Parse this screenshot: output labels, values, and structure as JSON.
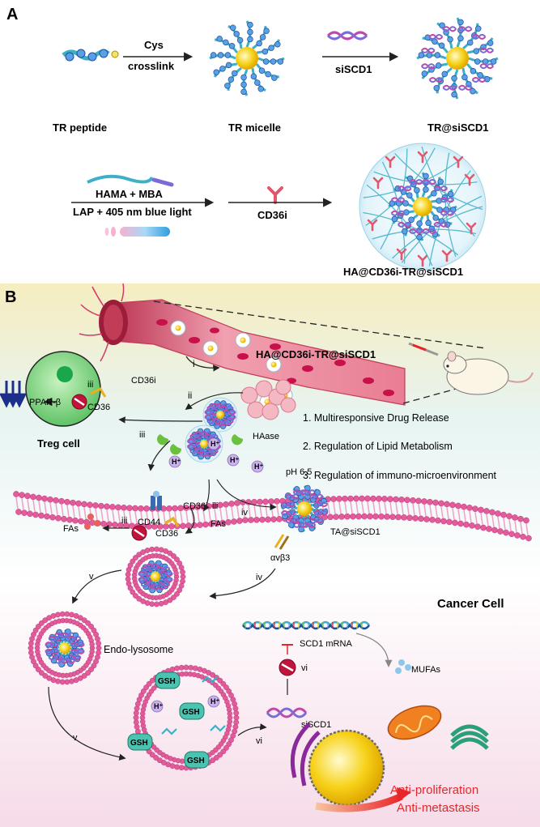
{
  "panelA": {
    "letter": "A",
    "step1_top": "Cys",
    "step1_bottom": "crosslink",
    "step2": "siSCD1",
    "tr_peptide": "TR peptide",
    "tr_micelle": "TR micelle",
    "tr_sicd": "TR@siSCD1",
    "hama": "HAMA + MBA",
    "lap": "LAP + 405 nm blue light",
    "cd36i": "CD36i",
    "final": "HA@CD36i-TR@siSCD1"
  },
  "panelB": {
    "letter": "B",
    "np_label": "HA@CD36i-TR@siSCD1",
    "roman_i": "i",
    "roman_ii": "ii",
    "roman_iii": "iii",
    "roman_iv": "iv",
    "roman_v": "v",
    "roman_vi": "vi",
    "cd36i": "CD36i",
    "cd36": "CD36",
    "ppar": "PPAR-β",
    "treg": "Treg cell",
    "haase": "HAase",
    "hplus": "H⁺",
    "ph": "pH 6.5",
    "cd44": "CD44",
    "fas": "FAs",
    "ta": "TA@siSCD1",
    "avb3": "αvβ3",
    "cancer": "Cancer Cell",
    "endo": "Endo-lysosome",
    "gsh": "GSH",
    "scd1": "SCD1 mRNA",
    "mufas": "MUFAs",
    "sicd1": "siSCD1",
    "list": [
      "1. Multiresponsive Drug Release",
      "2. Regulation of Lipid Metabolism",
      "3. Regulation of immuno-microenvironment"
    ],
    "outcome1": "Anti-proliferation",
    "outcome2": "Anti-metastasis"
  },
  "colors": {
    "accent_red": "#e8262a",
    "vessel": "#d7455e",
    "treg": "#8fd98a",
    "membrane": "#e25b9a",
    "yellow_core": "#f7d21a"
  }
}
